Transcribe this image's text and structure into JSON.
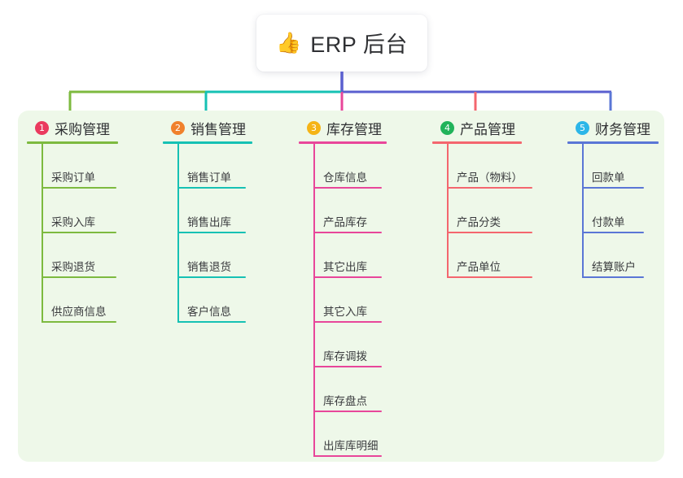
{
  "root": {
    "emoji": "👍",
    "emoji_name": "thumbs-up-icon",
    "title": "ERP 后台"
  },
  "palette": {
    "panel_bg": "#eef8e9",
    "root_stem": "#5a5fcf",
    "branch_1": "#7dba3f",
    "branch_2": "#16c1b4",
    "branch_3": "#e8469a",
    "branch_4": "#f4666e",
    "branch_5": "#5a76d6",
    "connector_left": "#7dba3f",
    "connector_mid": "#16c1b4",
    "connector_right": "#5a5fcf",
    "badge_1": "#ea3a5e",
    "badge_2": "#f0812c",
    "badge_3": "#f5b416",
    "badge_4": "#21b35a",
    "badge_5": "#2cb6e8"
  },
  "branches": [
    {
      "number": "1",
      "label": "采购管理",
      "color": "#7dba3f",
      "badge_color": "#ea3a5e",
      "leaf_rule_width": 92,
      "items": [
        {
          "label": "采购订单"
        },
        {
          "label": "采购入库"
        },
        {
          "label": "采购退货"
        },
        {
          "label": "供应商信息"
        }
      ]
    },
    {
      "number": "2",
      "label": "销售管理",
      "color": "#16c1b4",
      "badge_color": "#f0812c",
      "leaf_rule_width": 84,
      "items": [
        {
          "label": "销售订单"
        },
        {
          "label": "销售出库"
        },
        {
          "label": "销售退货"
        },
        {
          "label": "客户信息"
        }
      ]
    },
    {
      "number": "3",
      "label": "库存管理",
      "color": "#e8469a",
      "badge_color": "#f5b416",
      "leaf_rule_width": 84,
      "items": [
        {
          "label": "仓库信息"
        },
        {
          "label": "产品库存"
        },
        {
          "label": "其它出库"
        },
        {
          "label": "其它入库"
        },
        {
          "label": "库存调拨"
        },
        {
          "label": "库存盘点"
        },
        {
          "label": "出库库明细"
        }
      ]
    },
    {
      "number": "4",
      "label": "产品管理",
      "color": "#f4666e",
      "badge_color": "#21b35a",
      "leaf_rule_width": 105,
      "items": [
        {
          "label": "产品（物料）"
        },
        {
          "label": "产品分类"
        },
        {
          "label": "产品单位"
        }
      ]
    },
    {
      "number": "5",
      "label": "财务管理",
      "color": "#5a76d6",
      "badge_color": "#2cb6e8",
      "leaf_rule_width": 76,
      "items": [
        {
          "label": "回款单"
        },
        {
          "label": "付款单"
        },
        {
          "label": "结算账户"
        }
      ]
    }
  ]
}
